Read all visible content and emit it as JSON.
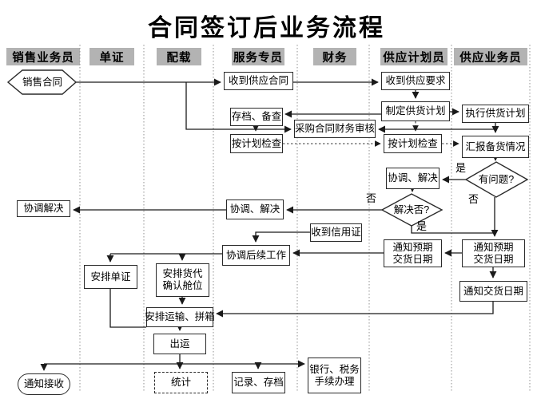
{
  "title": "合同签订后业务流程",
  "lanes": [
    "销售业务员",
    "单证",
    "配载",
    "服务专员",
    "财务",
    "供应计划员",
    "供应业务员"
  ],
  "nodes": {
    "sales_contract": "销售合同",
    "recv_supply_contract": "收到供应合同",
    "recv_supply_request": "收到供应要求",
    "make_supply_plan": "制定供货计划",
    "exec_supply_plan": "执行供货计划",
    "archive_check": "存档、备查",
    "purchase_audit": "采购合同财务审核",
    "check_plan_svc": "按计划检查",
    "check_plan_planner": "按计划检查",
    "report_stock": "汇报备货情况",
    "coordinate_planner": "协调、解决",
    "problem_q": "有问题?",
    "resolve_q": "解决否?",
    "coordinate_svc": "协调、解决",
    "coordinate_sales": "协调解决",
    "recv_lc": "收到信用证",
    "coordinate_followup": "协调后续工作",
    "notify_expected_planner": "通知预期\n交货日期",
    "notify_expected_supplier": "通知预期\n交货日期",
    "notify_delivery": "通知交货日期",
    "arrange_docs": "安排单证",
    "arrange_forwarder": "安排货代\n确认舱位",
    "arrange_transport": "安排运输、拼箱",
    "shipment": "出运",
    "notify_receipt": "通知接收",
    "stats": "统计",
    "record_archive": "记录、存档",
    "bank_tax": "银行、税务\n手续办理"
  },
  "edge_labels": {
    "problem_yes": "是",
    "problem_no": "否",
    "resolve_no": "否",
    "resolve_yes": "是"
  },
  "colors": {
    "lane_header_bg": "#b3b3b3",
    "line": "#1a1a1a",
    "box_border": "#2a2a2a"
  }
}
